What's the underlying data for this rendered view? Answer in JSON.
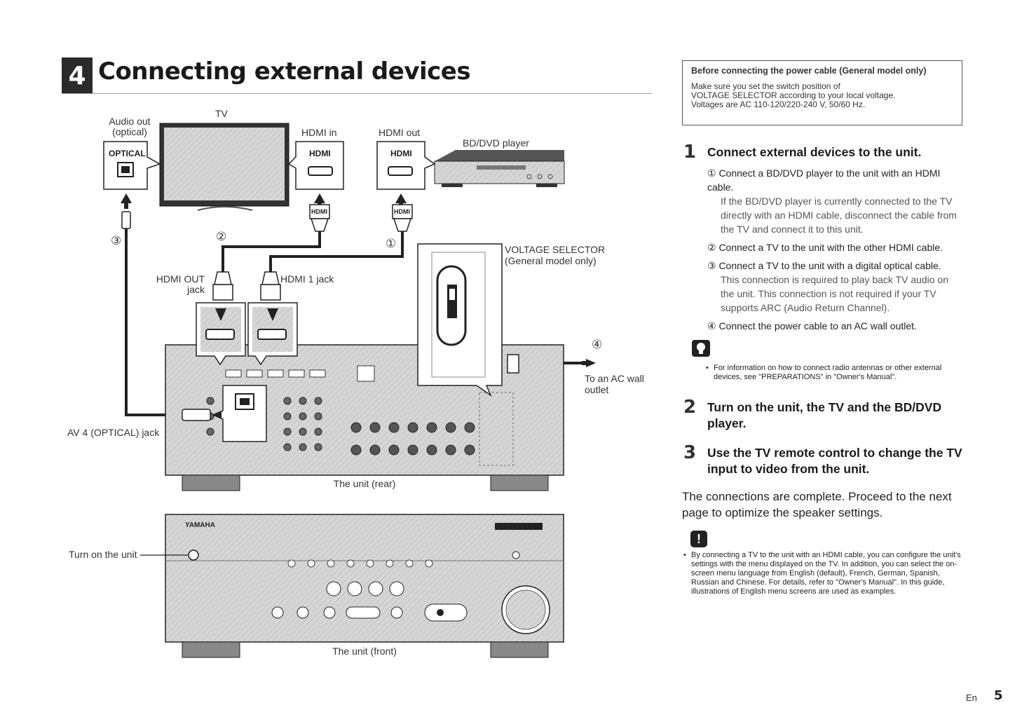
{
  "header": {
    "section_number": "4",
    "title": "Connecting external devices"
  },
  "diagram": {
    "tv_label": "TV",
    "audio_out_label": "Audio out",
    "audio_out_sub": "(optical)",
    "optical_label": "OPTICAL",
    "hdmi_in_label": "HDMI in",
    "hdmi_out_label": "HDMI out",
    "hdmi_connector_label": "HDMI",
    "bd_dvd_label": "BD/DVD player",
    "plug_hdmi": "HDMI",
    "circle_1": "①",
    "circle_2": "②",
    "circle_3": "③",
    "circle_4": "④",
    "hdmi_out_jack_1": "HDMI OUT",
    "hdmi_out_jack_2": "jack",
    "hdmi1_jack": "HDMI 1 jack",
    "voltage_selector_1": "VOLTAGE SELECTOR",
    "voltage_selector_2": "(General model only)",
    "ac_wall_1": "To an AC wall",
    "ac_wall_2": "outlet",
    "av4_label": "AV 4 (OPTICAL) jack",
    "unit_rear": "The unit (rear)",
    "turn_on": "Turn on the unit",
    "unit_front": "The unit (front)",
    "brand": "YAMAHA"
  },
  "note_box": {
    "heading": "Before connecting the power cable (General model only)",
    "line1": "Make sure you set the switch position of",
    "line2": "VOLTAGE SELECTOR according to your local voltage.",
    "line3": "Voltages are AC 110-120/220-240 V, 50/60 Hz."
  },
  "steps": [
    {
      "number": "1",
      "title": "Connect external devices to the unit.",
      "subs": [
        {
          "main": "① Connect a BD/DVD player to the unit with an HDMI cable.",
          "detail": "If the BD/DVD player is currently connected to the TV directly with an HDMI cable, disconnect the cable from the TV and connect it to this unit."
        },
        {
          "main": "② Connect a TV to the unit with the other HDMI cable.",
          "detail": ""
        },
        {
          "main": "③ Connect a TV to the unit with a digital optical cable.",
          "detail": "This connection is required to play back TV audio on the unit. This connection is not required if your TV supports ARC (Audio Return Channel)."
        },
        {
          "main": "④ Connect the power cable to an AC wall outlet.",
          "detail": ""
        }
      ]
    },
    {
      "number": "2",
      "title": "Turn on the unit, the TV and the BD/DVD player."
    },
    {
      "number": "3",
      "title": "Use the TV remote control to change the TV input to video from the unit."
    }
  ],
  "hint_bullet": "For information on how to connect radio antennas or other external devices, see \"PREPARATIONS\" in \"Owner's Manual\".",
  "complete_text": "The connections are complete. Proceed to the next page to optimize the speaker settings.",
  "warn_bullet": "By connecting a TV to the unit with an HDMI cable, you can configure the unit's settings with the menu displayed on the TV. In addition, you can select the on-screen menu language from English (default), French, German, Spanish, Russian and Chinese. For details, refer to \"Owner's Manual\". In this guide, illustrations of English menu screens are used as examples.",
  "footer": {
    "lang": "En",
    "page": "5"
  },
  "colors": {
    "ink": "#1a1a1a",
    "panel": "#d4d4d4",
    "panel_dark": "#9a9a9a"
  }
}
